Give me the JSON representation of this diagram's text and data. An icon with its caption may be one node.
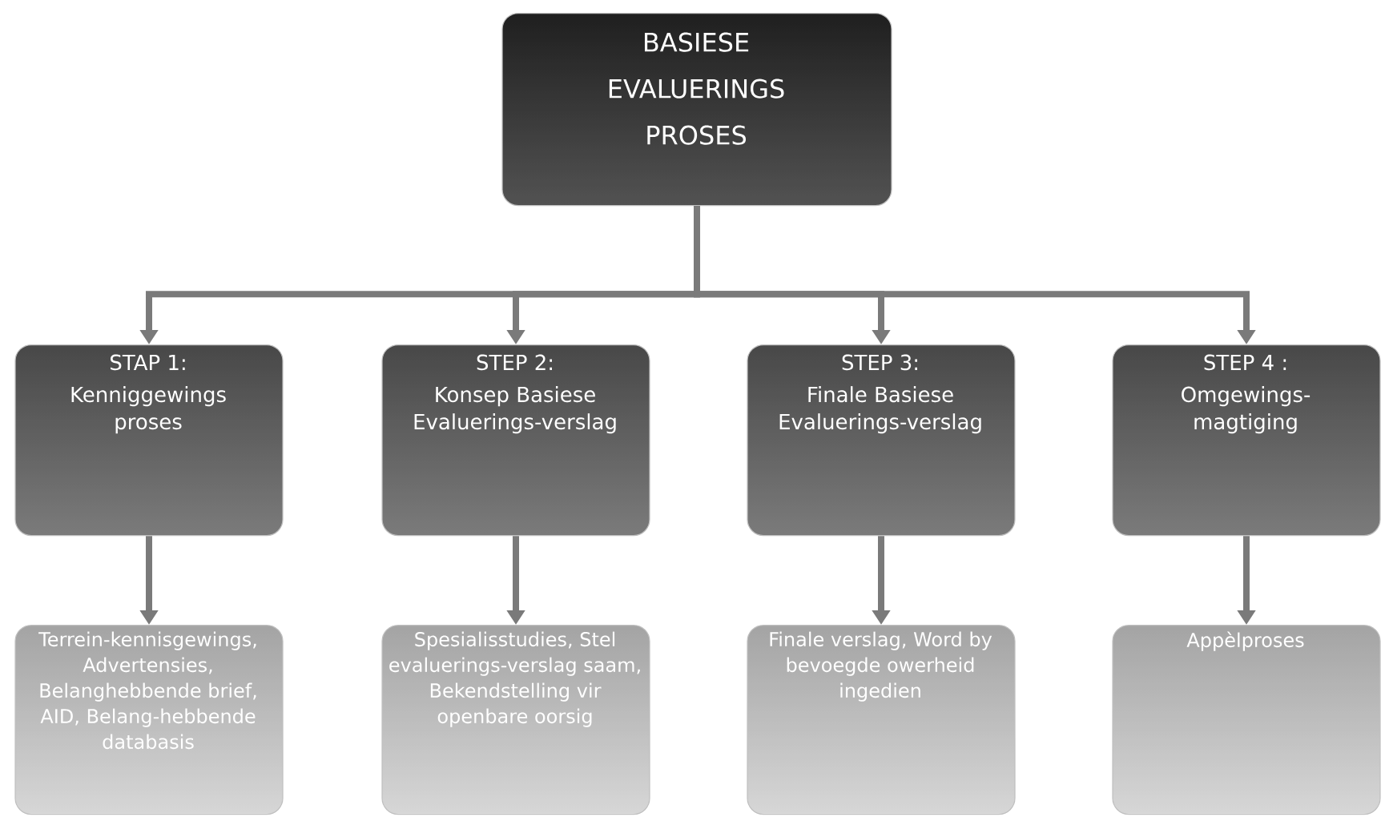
{
  "diagram": {
    "nodes": [
      {
        "text": [
          "BASIESE EVALUERINGS PROSES"
        ]
      },
      {
        "text": [
          "STAP 1:",
          "Kenniggewings proses"
        ]
      },
      {
        "text": [
          "STEP 2:",
          "Konsep Basiese Evaluerings-verslag"
        ]
      },
      {
        "text": [
          "STEP 3:",
          "Finale Basiese Evaluerings-verslag"
        ]
      },
      {
        "text": [
          "STEP 4 :",
          "Omgewings-magtiging"
        ]
      },
      {
        "text": [
          "Terrein-kennisgewings, Advertensies, Belanghebbende brief, AID, Belang-hebbende databasis"
        ]
      },
      {
        "text": [
          "Spesialisstudies, Stel evaluerings-verslag saam, Bekendstelling vir openbare oorsig"
        ]
      },
      {
        "text": [
          "Finale verslag, Word by bevoegde owerheid ingedien"
        ]
      },
      {
        "text": [
          "Appèlproses"
        ]
      }
    ],
    "edges": [
      {
        "from": 0,
        "to": 1,
        "arrow": "to"
      },
      {
        "from": 0,
        "to": 2,
        "arrow": "to"
      },
      {
        "from": 0,
        "to": 3,
        "arrow": "to"
      },
      {
        "from": 0,
        "to": 4,
        "arrow": "to"
      },
      {
        "from": 1,
        "to": 5,
        "arrow": "to"
      },
      {
        "from": 2,
        "to": 6,
        "arrow": "to"
      },
      {
        "from": 3,
        "to": 7,
        "arrow": "to"
      },
      {
        "from": 4,
        "to": 8,
        "arrow": "to"
      }
    ]
  }
}
